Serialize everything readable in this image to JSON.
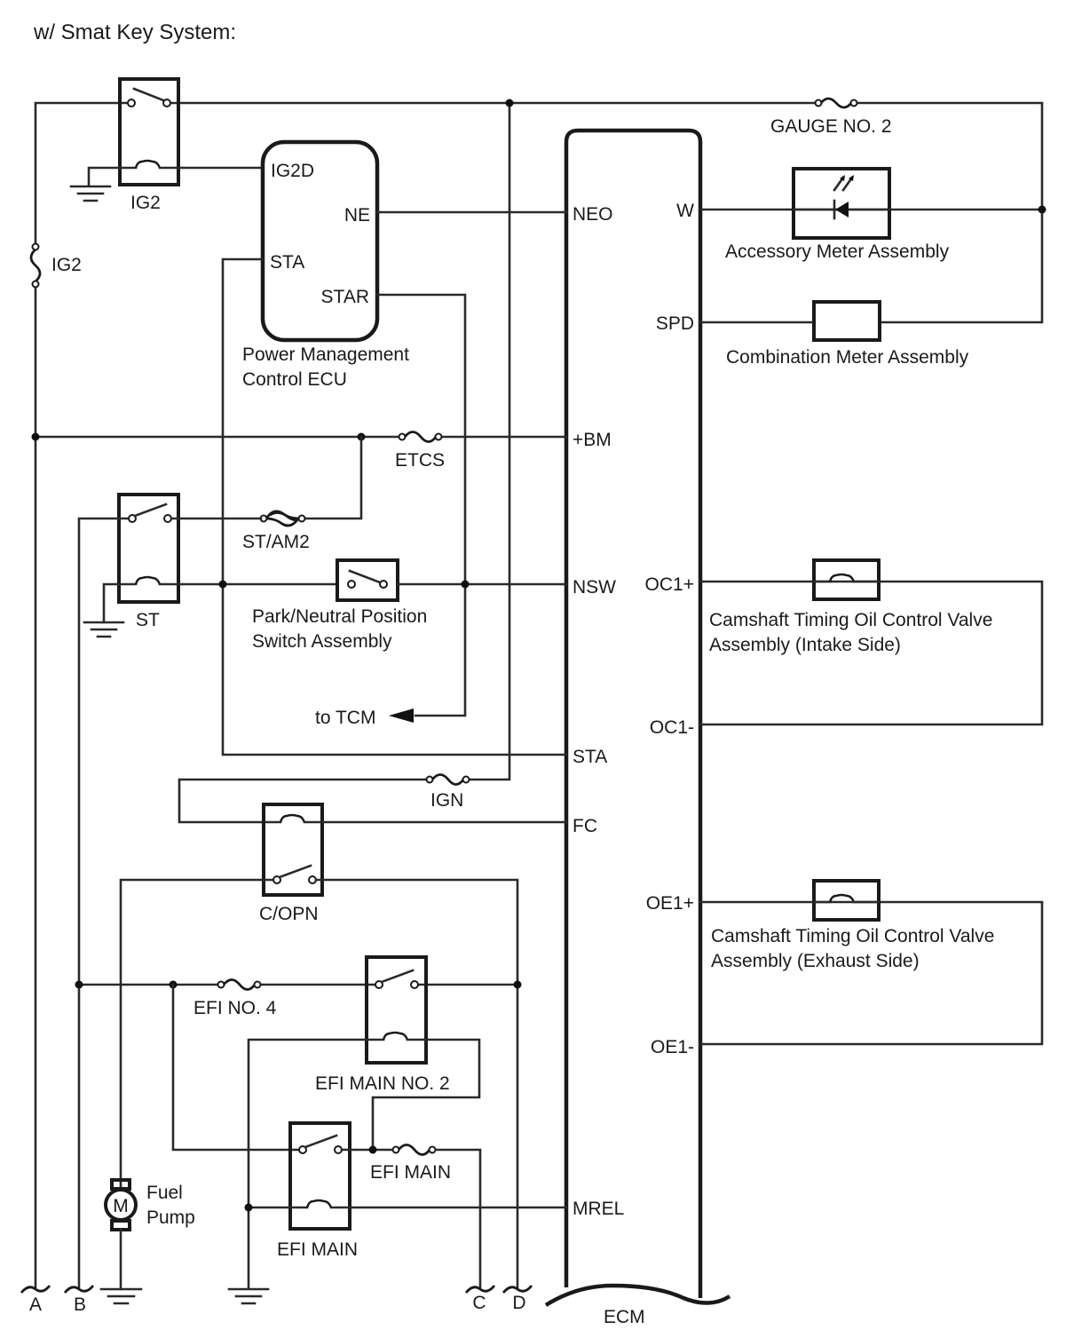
{
  "title": "w/ Smat Key System:",
  "ecm": {
    "name": "ECM",
    "left_pins": [
      "NEO",
      "+BM",
      "NSW",
      "STA",
      "FC",
      "MREL"
    ],
    "right_pins": [
      "W",
      "SPD",
      "OC1+",
      "OC1-",
      "OE1+",
      "OE1-"
    ]
  },
  "power_mgmt_ecu": {
    "name_line1": "Power Management",
    "name_line2": "Control ECU",
    "pins": {
      "ig2d": "IG2D",
      "ne": "NE",
      "sta": "STA",
      "star": "STAR"
    }
  },
  "relays": {
    "ig2": "IG2",
    "st": "ST",
    "c_opn": "C/OPN",
    "efi_main_no2": "EFI MAIN NO. 2",
    "efi_main": "EFI MAIN"
  },
  "fuses": {
    "ig2": "IG2",
    "gauge_no2": "GAUGE NO. 2",
    "etcs": "ETCS",
    "st_am2": "ST/AM2",
    "ign": "IGN",
    "efi_no4": "EFI NO. 4",
    "efi_main": "EFI MAIN"
  },
  "components": {
    "accessory_meter": "Accessory Meter Assembly",
    "combination_meter": "Combination Meter Assembly",
    "park_neutral_line1": "Park/Neutral Position",
    "park_neutral_line2": "Switch Assembly",
    "ocv_intake_line1": "Camshaft Timing Oil Control Valve",
    "ocv_intake_line2": "Assembly (Intake Side)",
    "ocv_exhaust_line1": "Camshaft Timing Oil Control Valve",
    "ocv_exhaust_line2": "Assembly (Exhaust Side)",
    "fuel_pump_line1": "Fuel",
    "fuel_pump_line2": "Pump",
    "motor_symbol": "M"
  },
  "arrow_label": "to TCM",
  "connectors": [
    "A",
    "B",
    "C",
    "D"
  ]
}
